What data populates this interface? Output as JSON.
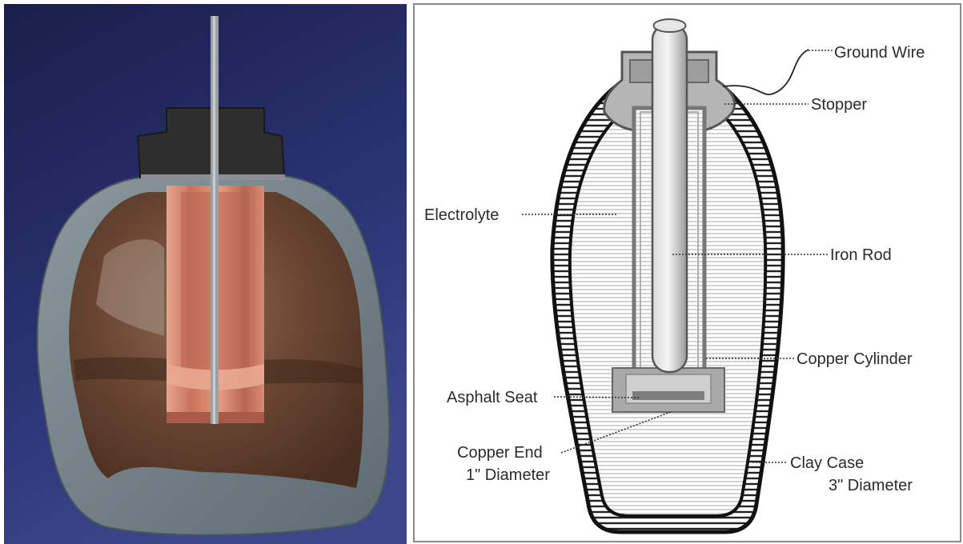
{
  "diagram": {
    "labels": {
      "ground_wire": "Ground Wire",
      "stopper": "Stopper",
      "electrolyte": "Electrolyte",
      "iron_rod": "Iron Rod",
      "copper_cylinder": "Copper Cylinder",
      "asphalt_seat": "Asphalt Seat",
      "copper_end": "Copper End",
      "copper_end_diameter": "1\" Diameter",
      "clay_case": "Clay Case",
      "clay_case_diameter": "3\" Diameter"
    }
  },
  "colors": {
    "photo_background": "#232a66",
    "clay_shell": "#6f7f86",
    "copper": "#d08068",
    "stopper": "#2e2e2e",
    "diagram_ink": "#111111"
  }
}
